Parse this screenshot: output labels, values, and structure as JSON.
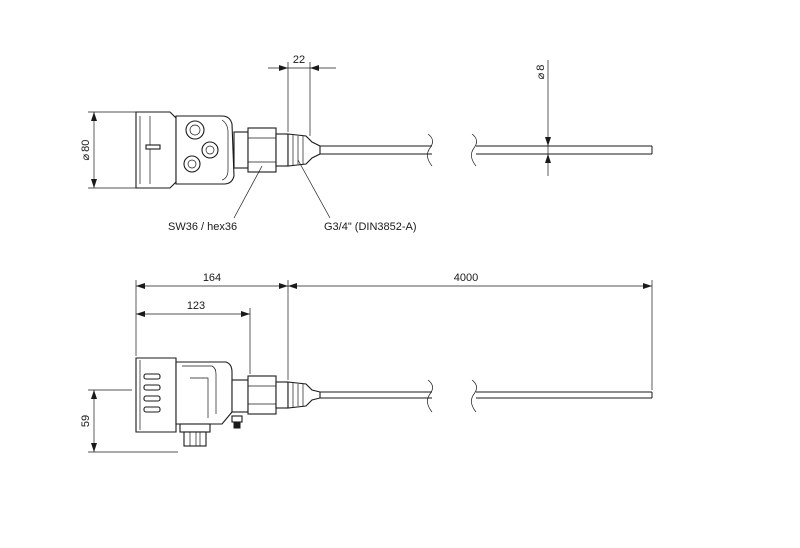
{
  "dimensions": {
    "thread_length": "22",
    "rod_diameter": "8",
    "housing_diameter": "80",
    "wrench_size": "SW36 / hex36",
    "thread_spec": "G3/4\" (DIN3852-A)",
    "overall_length": "164",
    "housing_to_thread": "123",
    "rod_length": "4000",
    "housing_height": "59"
  },
  "symbols": {
    "diameter": "⌀"
  }
}
